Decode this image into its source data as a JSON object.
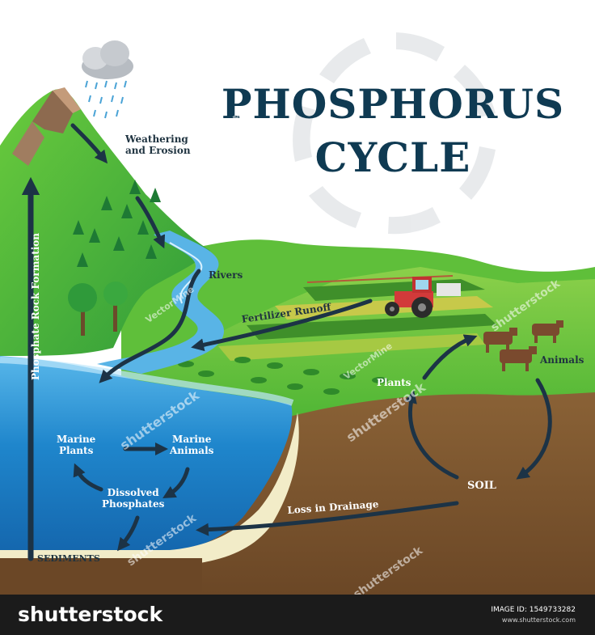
{
  "title": {
    "line1": "PHOSPHORUS",
    "line2": "CYCLE"
  },
  "labels": {
    "weathering": "Weathering\nand Erosion",
    "rivers": "Rivers",
    "fertilizer": "Fertilizer Runoff",
    "animals": "Animals",
    "plants": "Plants",
    "soil": "SOIL",
    "loss": "Loss in Drainage",
    "marine_plants": "Marine\nPlants",
    "marine_animals": "Marine\nAnimals",
    "dissolved": "Dissolved\nPhosphates",
    "sediments": "SEDIMENTS",
    "rock_formation": "Phosphate Rock Formation"
  },
  "footer": {
    "brand": "shutterstock",
    "image_id": "IMAGE ID: 1549733282",
    "url": "www.shutterstock.com"
  },
  "watermarks": [
    "shutterstock",
    "VectorMine"
  ],
  "colors": {
    "arrow": "#1c3346",
    "title": "#0f3a52",
    "water": "#1f7fc4",
    "grass": "#4cb832",
    "soil": "#7a5330"
  }
}
